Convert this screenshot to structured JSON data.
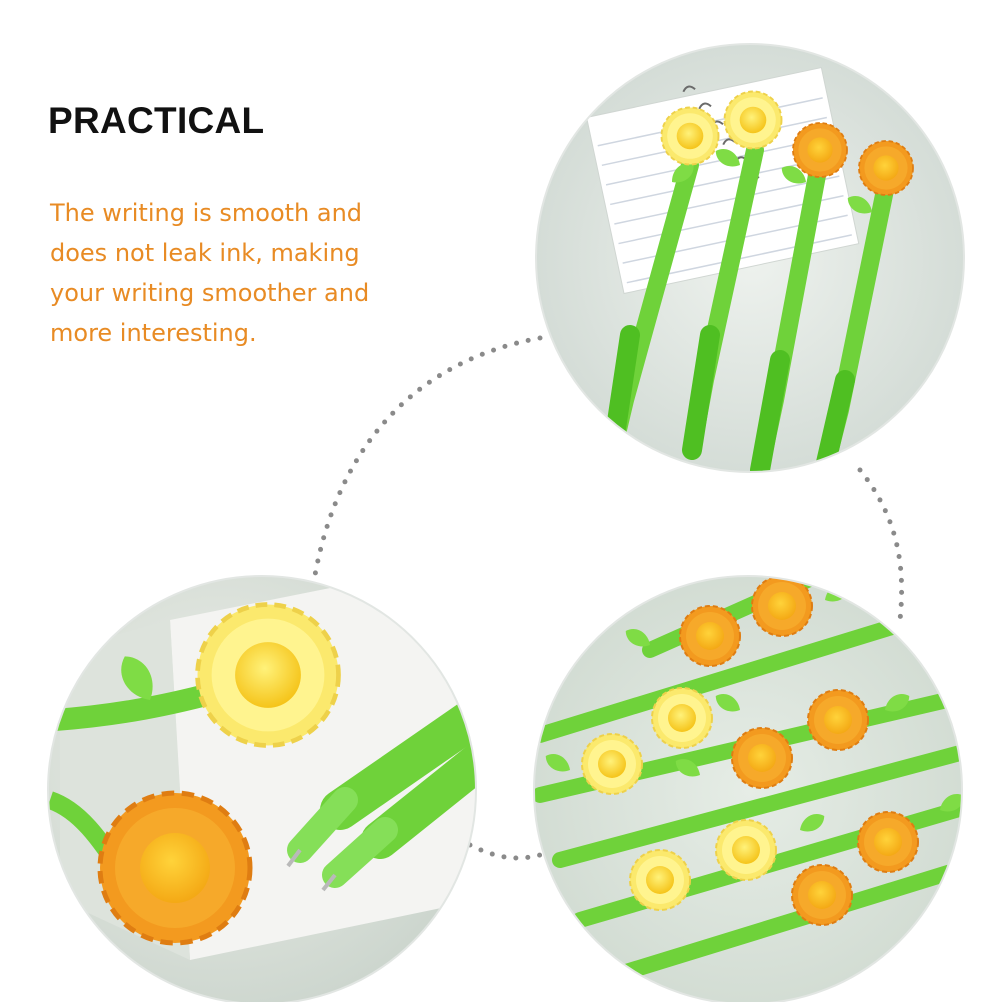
{
  "heading": "PRACTICAL",
  "description_lines": [
    "The writing is smooth and",
    "does not leak ink, making",
    "your writing smoother and",
    "more interesting."
  ],
  "colors": {
    "heading": "#111111",
    "description": "#e88b24",
    "pen_green": "#6fd23a",
    "sunflower_yellow": "#f7d92c",
    "sunflower_orange": "#f19a1c",
    "dots": "#8a8a8a"
  }
}
